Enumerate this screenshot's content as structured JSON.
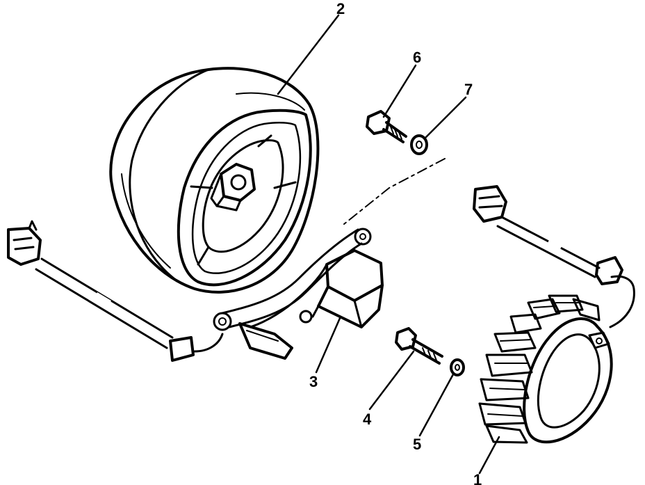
{
  "diagram": {
    "callouts": [
      {
        "id": "stator",
        "label": "1"
      },
      {
        "id": "rotor",
        "label": "2"
      },
      {
        "id": "pickup-coil",
        "label": "3"
      },
      {
        "id": "pickup-bolt",
        "label": "4"
      },
      {
        "id": "pickup-washer",
        "label": "5"
      },
      {
        "id": "rotor-bolt",
        "label": "6"
      },
      {
        "id": "rotor-washer",
        "label": "7"
      }
    ],
    "colors": {
      "ink": "#000000",
      "paper": "#ffffff"
    }
  }
}
